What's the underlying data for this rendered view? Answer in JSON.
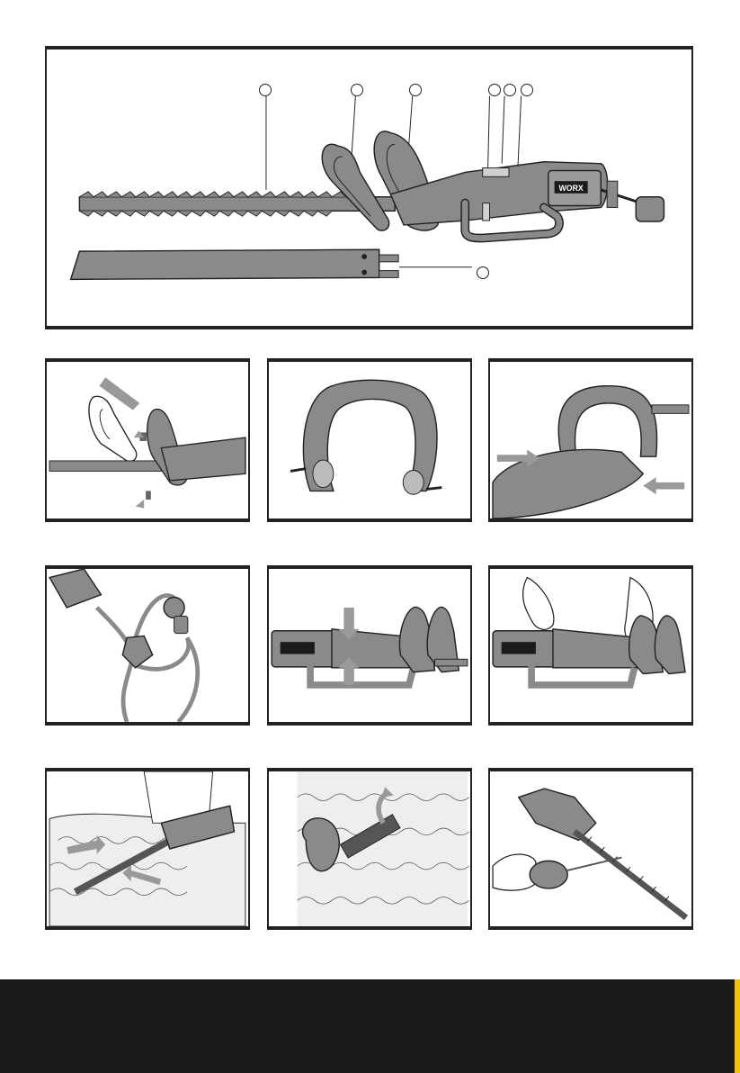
{
  "brand_label": "WORX",
  "overview_callouts": [
    {
      "id": "callout-blade"
    },
    {
      "id": "callout-hand-guard"
    },
    {
      "id": "callout-front-handle"
    },
    {
      "id": "callout-lock-off"
    },
    {
      "id": "callout-switch"
    },
    {
      "id": "callout-rear-handle"
    },
    {
      "id": "callout-blade-cover"
    }
  ],
  "steps": [
    {
      "name": "step-fit-hand-guard"
    },
    {
      "name": "step-front-handle-screws"
    },
    {
      "name": "step-fit-front-handle"
    },
    {
      "name": "step-cable-retainer"
    },
    {
      "name": "step-switch-on"
    },
    {
      "name": "step-two-hand-grip"
    },
    {
      "name": "step-trim-top"
    },
    {
      "name": "step-trim-side"
    },
    {
      "name": "step-lubricate-blade"
    }
  ],
  "colors": {
    "frame": "#222222",
    "tool_grey": "#8a8a8a",
    "footer": "#1a1a1a",
    "accent": "#f2c200"
  }
}
